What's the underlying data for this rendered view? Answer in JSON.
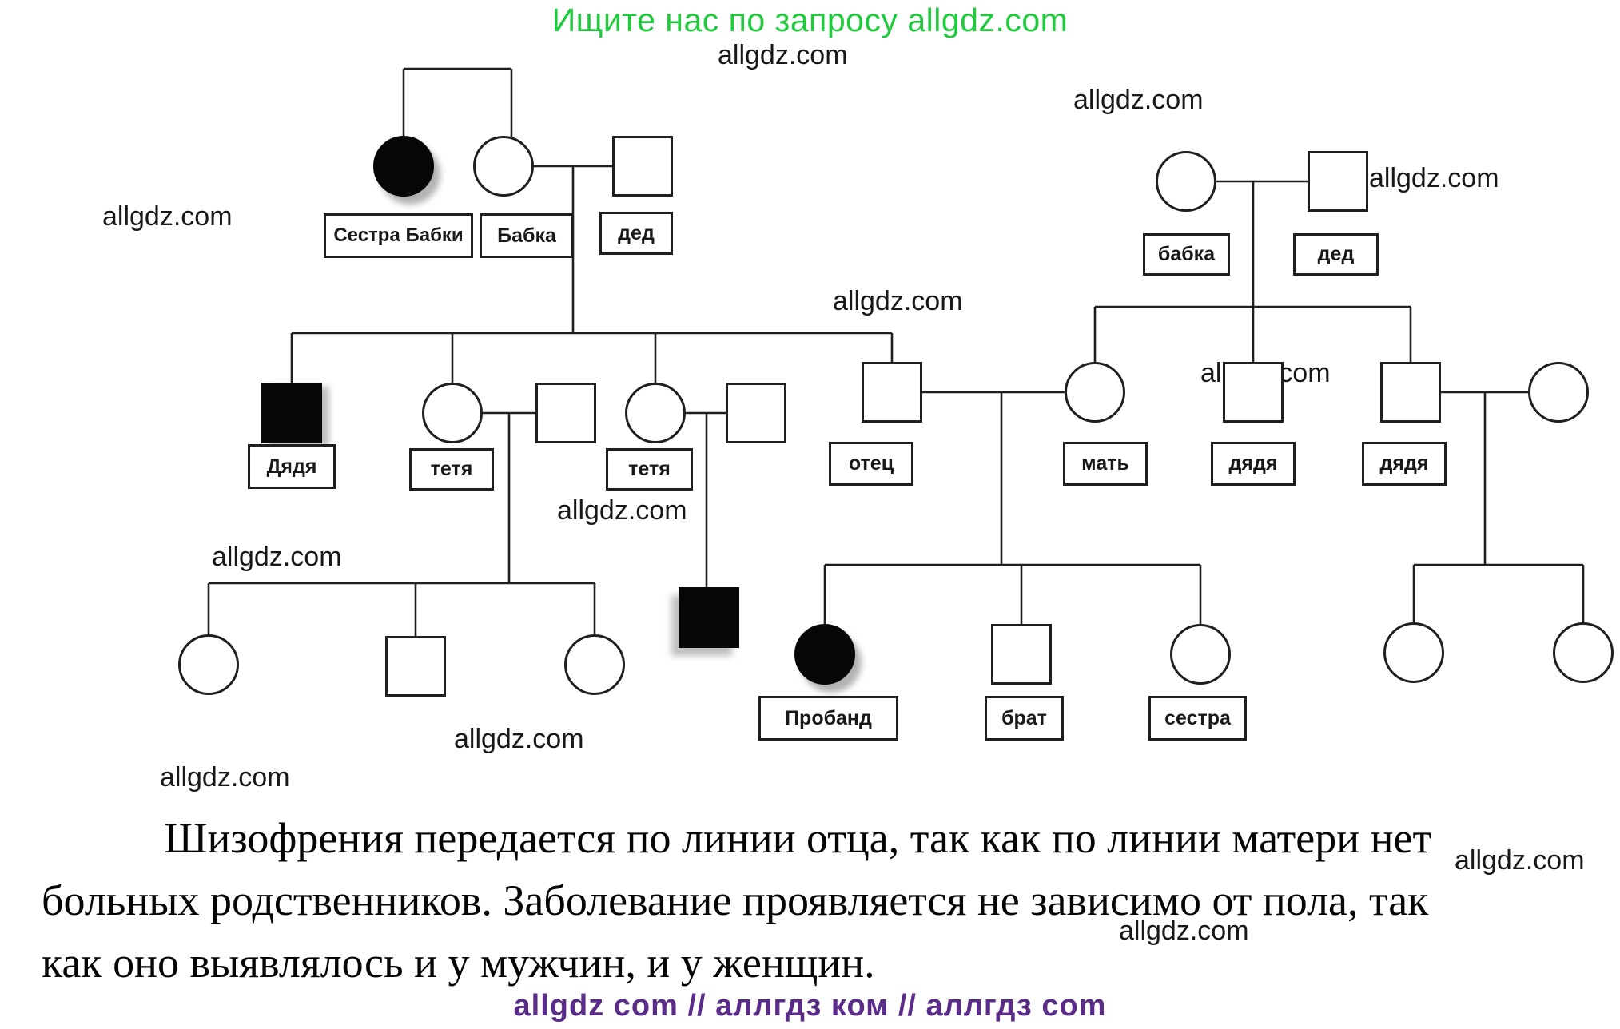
{
  "header": {
    "title": "Ищите нас по запросу allgdz.com",
    "title_color": "#21c93d"
  },
  "watermark": {
    "text": "allgdz.com"
  },
  "pedigree": {
    "members": [
      {
        "label": "Сестра Бабки",
        "sex": "female",
        "affected": true,
        "generation": 1
      },
      {
        "label": "Бабка",
        "sex": "female",
        "affected": false,
        "generation": 1
      },
      {
        "label": "дед",
        "sex": "male",
        "affected": false,
        "generation": 1
      },
      {
        "label": "Дядя",
        "sex": "male",
        "affected": true,
        "generation": 2
      },
      {
        "label": "тетя",
        "sex": "female",
        "affected": false,
        "generation": 2
      },
      {
        "label": "",
        "sex": "male",
        "affected": false,
        "generation": 2
      },
      {
        "label": "тетя",
        "sex": "female",
        "affected": false,
        "generation": 2
      },
      {
        "label": "",
        "sex": "male",
        "affected": false,
        "generation": 2
      },
      {
        "label": "отец",
        "sex": "male",
        "affected": false,
        "generation": 2
      },
      {
        "label": "мать",
        "sex": "female",
        "affected": false,
        "generation": 2
      },
      {
        "label": "дядя",
        "sex": "male",
        "affected": false,
        "generation": 2
      },
      {
        "label": "дядя",
        "sex": "male",
        "affected": false,
        "generation": 2
      },
      {
        "label": "",
        "sex": "female",
        "affected": false,
        "generation": 2
      },
      {
        "label": "бабка",
        "sex": "female",
        "affected": false,
        "generation": 1
      },
      {
        "label": "дед",
        "sex": "male",
        "affected": false,
        "generation": 1
      },
      {
        "label": "",
        "sex": "female",
        "affected": false,
        "generation": 3
      },
      {
        "label": "",
        "sex": "male",
        "affected": false,
        "generation": 3
      },
      {
        "label": "",
        "sex": "female",
        "affected": false,
        "generation": 3
      },
      {
        "label": "",
        "sex": "male",
        "affected": true,
        "generation": 3
      },
      {
        "label": "Пробанд",
        "sex": "female",
        "affected": true,
        "generation": 3
      },
      {
        "label": "брат",
        "sex": "male",
        "affected": false,
        "generation": 3
      },
      {
        "label": "сестра",
        "sex": "female",
        "affected": false,
        "generation": 3
      },
      {
        "label": "",
        "sex": "female",
        "affected": false,
        "generation": 3
      },
      {
        "label": "",
        "sex": "female",
        "affected": false,
        "generation": 3
      }
    ]
  },
  "paragraph": {
    "lines": [
      "Шизофрения передается по линии отца, так как по линии матери нет",
      "больных родственников. Заболевание проявляется не зависимо от пола, так",
      "как оно выявлялось и у мужчин, и у женщин."
    ]
  },
  "footer": {
    "text": "allgdz com  //  аллгдз ком  //  аллгдз com",
    "color": "#5b2b8a"
  }
}
